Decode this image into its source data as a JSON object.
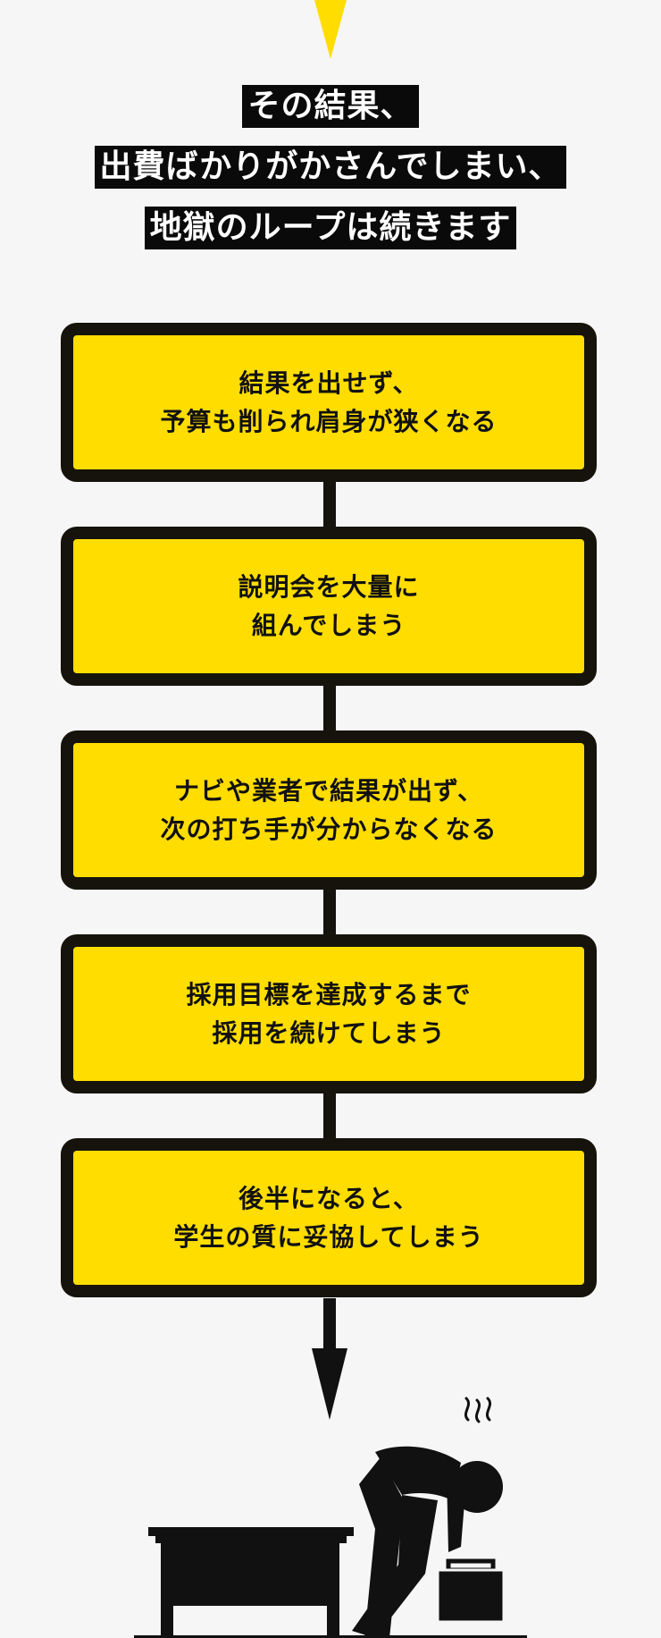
{
  "headline": {
    "lines": [
      "その結果、",
      "出費ばかりがかさんでしまい、",
      "地獄のループは続きます"
    ]
  },
  "steps": [
    {
      "line1": "結果を出せず、",
      "line2": "予算も削られ肩身が狭くなる"
    },
    {
      "line1": "説明会を大量に",
      "line2": "組んでしまう"
    },
    {
      "line1": "ナビや業者で結果が出ず、",
      "line2": "次の打ち手が分からなくなる"
    },
    {
      "line1": "採用目標を達成するまで",
      "line2": "採用を続けてしまう"
    },
    {
      "line1": "後半になると、",
      "line2": "学生の質に妥協してしまう"
    }
  ],
  "colors": {
    "background": "#f6f6f6",
    "box_fill": "#ffdd00",
    "box_border": "#15130c",
    "accent_pointer": "#ffdd00",
    "headline_bg": "#0a0a0a",
    "headline_text": "#ffffff"
  },
  "icons": {
    "top_pointer": "down-triangle-icon",
    "final_arrow": "down-arrow-icon",
    "illustration": "exhausted-worker-desk-icon"
  }
}
